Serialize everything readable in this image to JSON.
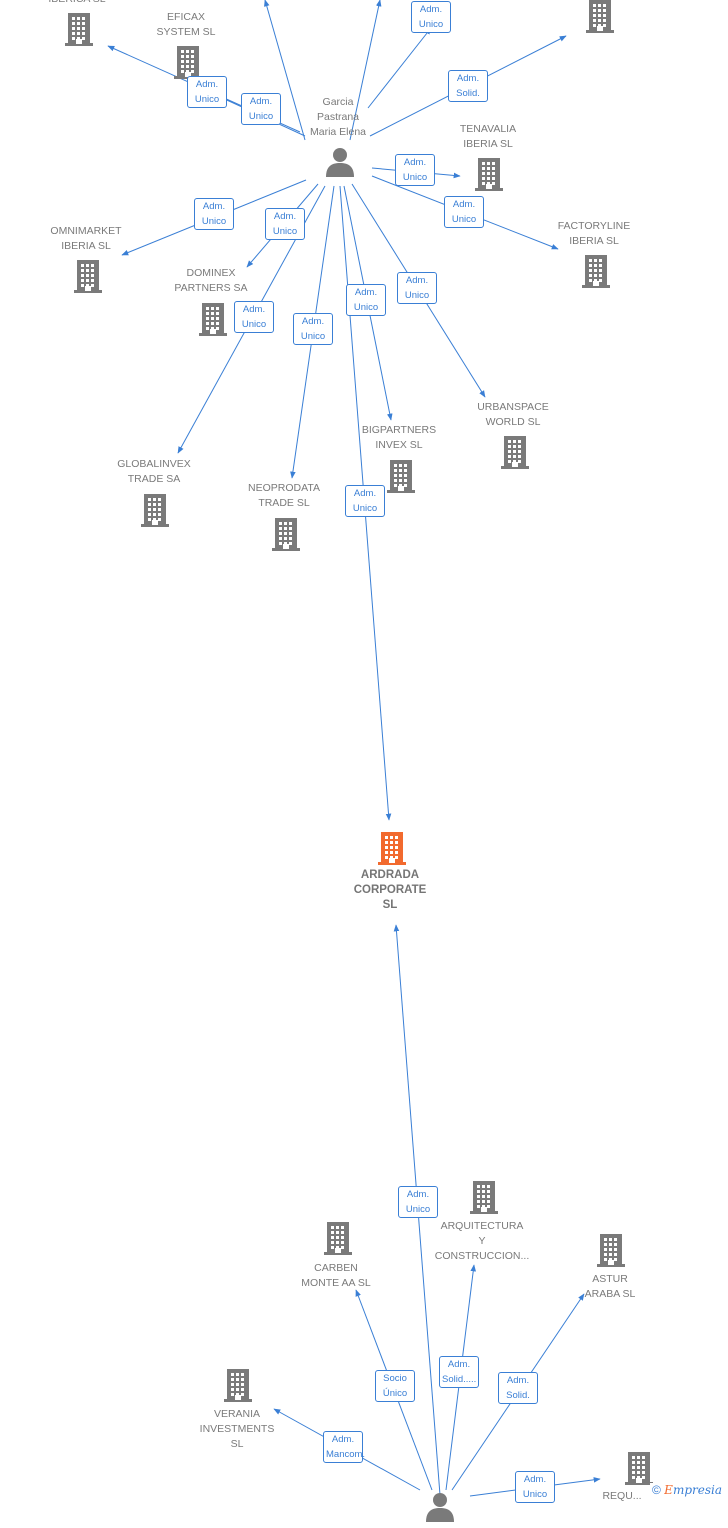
{
  "colors": {
    "edge": "#3a7fd5",
    "node": "#7a7a7a",
    "main": "#f26a2e"
  },
  "brand": {
    "copyright": "©",
    "e": "E",
    "name": "mpresia"
  },
  "person": {
    "label": "Garcia\nPastrana\nMaria Elena",
    "icon": "person-icon"
  },
  "main_company": {
    "label": "ARDRADA\nCORPORATE\nSL",
    "icon": "building-icon"
  },
  "companies": [
    {
      "id": "iberica",
      "label": "IBERICA  SL"
    },
    {
      "id": "eficax",
      "label": "EFICAX\nSYSTEM SL"
    },
    {
      "id": "topright",
      "label": ""
    },
    {
      "id": "tenavalia",
      "label": "TENAVALIA\nIBERIA  SL"
    },
    {
      "id": "factoryline",
      "label": "FACTORYLINE\nIBERIA  SL"
    },
    {
      "id": "omnimarket",
      "label": "OMNIMARKET\nIBERIA  SL"
    },
    {
      "id": "dominex",
      "label": "DOMINEX\nPARTNERS SA"
    },
    {
      "id": "urbanspace",
      "label": "URBANSPACE\nWORLD  SL"
    },
    {
      "id": "bigpartners",
      "label": "BIGPARTNERS\nINVEX  SL"
    },
    {
      "id": "globalinvex",
      "label": "GLOBALINVEX\nTRADE SA"
    },
    {
      "id": "neoprodata",
      "label": "NEOPRODATA\nTRADE  SL"
    },
    {
      "id": "arquitectura",
      "label": "ARQUITECTURA\nY\nCONSTRUCCION..."
    },
    {
      "id": "carben",
      "label": "CARBEN\nMONTE AA  SL"
    },
    {
      "id": "astur",
      "label": "ASTUR\nARABA  SL"
    },
    {
      "id": "verania",
      "label": "VERANIA\nINVESTMENTS\nSL"
    },
    {
      "id": "requ",
      "label": "REQU..."
    }
  ],
  "edges": [
    {
      "id": "e-top1",
      "label": ""
    },
    {
      "id": "e-top2",
      "label": ""
    },
    {
      "id": "e-top3",
      "label": "Adm.\nUnico"
    },
    {
      "id": "e-eficax",
      "label": "Adm.\nUnico"
    },
    {
      "id": "e-iberica",
      "label": "Adm.\nUnico"
    },
    {
      "id": "e-topright",
      "label": "Adm.\nSolid."
    },
    {
      "id": "e-tenavalia",
      "label": "Adm.\nUnico"
    },
    {
      "id": "e-factoryline",
      "label": "Adm.\nUnico"
    },
    {
      "id": "e-omnimarket",
      "label": "Adm.\nUnico"
    },
    {
      "id": "e-dominex",
      "label": "Adm.\nUnico"
    },
    {
      "id": "e-globalinvex",
      "label": "Adm.\nUnico"
    },
    {
      "id": "e-neoprodata",
      "label": "Adm.\nUnico"
    },
    {
      "id": "e-bigpartners",
      "label": "Adm.\nUnico"
    },
    {
      "id": "e-urbanspace",
      "label": "Adm.\nUnico"
    },
    {
      "id": "e-ardrada",
      "label": "Adm.\nUnico"
    },
    {
      "id": "e-ardrada-bottom",
      "label": "Adm.\nUnico"
    },
    {
      "id": "e-carben",
      "label": "Socio\nÚnico"
    },
    {
      "id": "e-arquitectura",
      "label": "Adm.\nSolid....."
    },
    {
      "id": "e-astur",
      "label": "Adm.\nSolid."
    },
    {
      "id": "e-verania",
      "label": "Adm.\nMancom."
    },
    {
      "id": "e-requ",
      "label": "Adm.\nUnico"
    }
  ]
}
